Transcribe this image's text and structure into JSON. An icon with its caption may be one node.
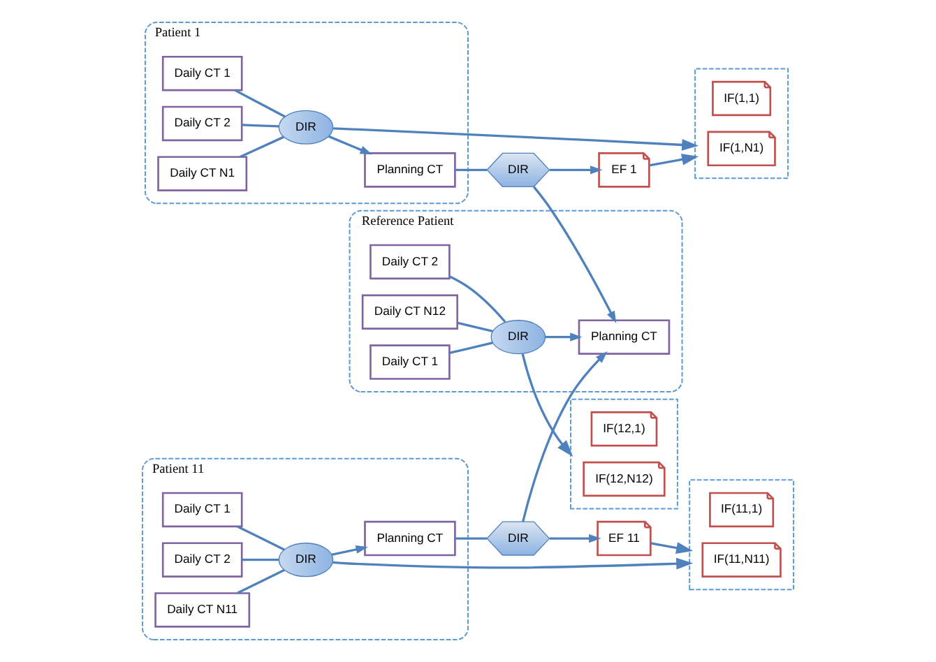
{
  "diagram": {
    "nodes": [
      {
        "text": [
          "Patient 1"
        ]
      },
      {
        "text": [
          "Daily CT 1"
        ],
        "in": 0
      },
      {
        "text": [
          "Daily CT 2"
        ],
        "in": 0
      },
      {
        "text": [
          "Daily CT N1"
        ],
        "in": 0
      },
      {
        "text": [
          "DIR"
        ],
        "in": 0
      },
      {
        "text": [
          "Planning CT"
        ],
        "in": 0
      },
      {
        "text": [],
        "shape": "box"
      },
      {
        "text": [
          "IF(1,1)"
        ],
        "in": 6
      },
      {
        "text": [
          "IF(1,N1)"
        ],
        "in": 6
      },
      {
        "text": [
          "DIR"
        ]
      },
      {
        "text": [
          "EF 1"
        ]
      },
      {
        "text": [],
        "shape": "box"
      },
      {
        "text": [
          "IF(11,1)"
        ],
        "in": 11
      },
      {
        "text": [
          "IF(11,N11)"
        ],
        "in": 11
      },
      {
        "text": [
          "EF 11"
        ]
      },
      {
        "text": [
          "Patient 11"
        ]
      },
      {
        "text": [
          "Daily CT 1"
        ],
        "in": 15
      },
      {
        "text": [
          "Daily CT 2"
        ],
        "in": 15
      },
      {
        "text": [
          "Daily CT N11"
        ],
        "in": 15
      },
      {
        "text": [
          "DIR"
        ],
        "in": 15
      },
      {
        "text": [
          "Planning CT"
        ],
        "in": 15
      },
      {
        "text": [
          "DIR"
        ]
      },
      {
        "text": [
          "Reference Patient"
        ]
      },
      {
        "text": [
          "Planning CT"
        ],
        "in": 22
      },
      {
        "text": [
          "DIR"
        ],
        "in": 22
      },
      {
        "text": [
          "Daily CT 1"
        ],
        "in": 22
      },
      {
        "text": [
          "Daily CT 2"
        ],
        "in": 22
      },
      {
        "text": [
          "Daily CT N12"
        ],
        "in": 22
      },
      {
        "text": [],
        "shape": "box"
      },
      {
        "text": [
          "IF(12,1)"
        ],
        "in": 28
      },
      {
        "text": [
          "IF(12,N12)"
        ],
        "in": 28
      }
    ],
    "edges": [
      {
        "from": 1,
        "to": 4,
        "arrow": "none"
      },
      {
        "from": 2,
        "to": 4,
        "arrow": "none"
      },
      {
        "from": 3,
        "to": 4,
        "arrow": "none"
      },
      {
        "from": 4,
        "to": 5,
        "arrow": "to"
      },
      {
        "from": 5,
        "to": 9,
        "arrow": "none"
      },
      {
        "from": 4,
        "to": 6,
        "arrow": "to"
      },
      {
        "from": 9,
        "to": 10,
        "arrow": "to"
      },
      {
        "from": 10,
        "to": 6,
        "arrow": "to"
      },
      {
        "from": 9,
        "to": 23,
        "arrow": "to"
      },
      {
        "from": 16,
        "to": 19,
        "arrow": "none"
      },
      {
        "from": 17,
        "to": 19,
        "arrow": "none"
      },
      {
        "from": 18,
        "to": 19,
        "arrow": "none"
      },
      {
        "from": 19,
        "to": 20,
        "arrow": "to"
      },
      {
        "from": 20,
        "to": 21,
        "arrow": "none"
      },
      {
        "from": 19,
        "to": 11,
        "arrow": "to"
      },
      {
        "from": 21,
        "to": 14,
        "arrow": "to"
      },
      {
        "from": 14,
        "to": 11,
        "arrow": "to"
      },
      {
        "from": 21,
        "to": 23,
        "arrow": "to"
      },
      {
        "from": 25,
        "to": 24,
        "arrow": "none"
      },
      {
        "from": 26,
        "to": 24,
        "arrow": "none"
      },
      {
        "from": 27,
        "to": 24,
        "arrow": "none"
      },
      {
        "from": 24,
        "to": 23,
        "arrow": "to"
      },
      {
        "from": 24,
        "to": 28,
        "arrow": "to"
      }
    ]
  }
}
